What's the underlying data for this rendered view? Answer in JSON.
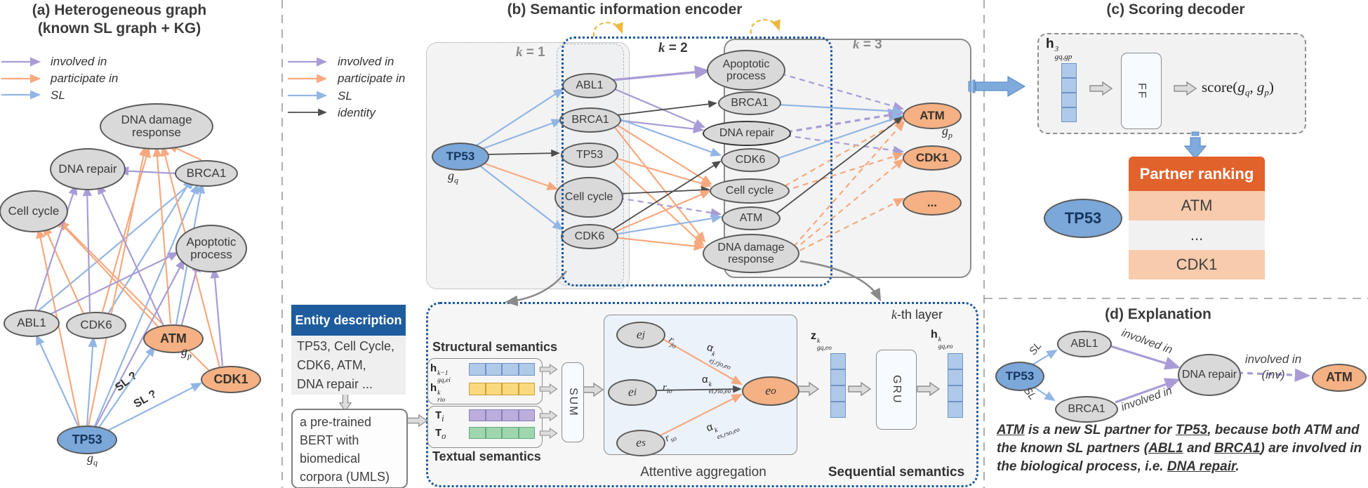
{
  "colors": {
    "edge_involved_in": "#A99CD6",
    "edge_participate_in": "#F6A97F",
    "edge_sl": "#92B6E4",
    "edge_identity": "#4D4D4D",
    "node_gray": "#D9D9D9",
    "node_blue": "#7BA7D9",
    "node_orange": "#F5B183",
    "entity_header_bg": "#1E5C9E",
    "ranking_header_bg": "#E2622C",
    "ranking_row_orange": "#F8CBAD",
    "k2_border_blue": "#1B579E",
    "yellow_loop": "#EFB73E"
  },
  "a": {
    "title1": "(a) Heterogeneous graph",
    "title2": "(known SL graph + KG)",
    "legend": [
      "involved in",
      "participate in",
      "SL"
    ],
    "n": {
      "ddr": "DNA damage response",
      "repair": "DNA repair",
      "brca1": "BRCA1",
      "cell": "Cell cycle",
      "apo": "Apoptotic process",
      "abl1": "ABL1",
      "cdk6": "CDK6",
      "atm": "ATM",
      "cdk1": "CDK1",
      "tp53": "TP53"
    },
    "gp": "g",
    "gp_s": "p",
    "gq": "g",
    "gq_s": "q",
    "sl1": "SL ?",
    "sl2": "SL ?",
    "edges": [
      [
        "TP53",
        "SL",
        "ABL1"
      ],
      [
        "TP53",
        "SL",
        "CDK6"
      ],
      [
        "TP53",
        "SL",
        "BRCA1"
      ],
      [
        "TP53",
        "SL?",
        "ATM"
      ],
      [
        "TP53",
        "SL?",
        "CDK1"
      ],
      [
        "TP53",
        "participate in",
        "DNA damage response"
      ],
      [
        "TP53",
        "participate in",
        "Cell cycle"
      ],
      [
        "BRCA1",
        "participate in",
        "DNA damage response"
      ],
      [
        "ATM",
        "participate in",
        "DNA damage response"
      ],
      [
        "CDK1",
        "participate in",
        "DNA damage response"
      ],
      [
        "CDK6",
        "participate in",
        "Cell cycle"
      ],
      [
        "ATM",
        "participate in",
        "Cell cycle"
      ],
      [
        "CDK1",
        "participate in",
        "Cell cycle"
      ],
      [
        "ABL1",
        "involved in",
        "DNA repair"
      ],
      [
        "BRCA1",
        "involved in",
        "DNA repair"
      ],
      [
        "ATM",
        "involved in",
        "DNA repair"
      ],
      [
        "CDK6",
        "involved in",
        "DNA repair"
      ],
      [
        "ABL1",
        "involved in",
        "Apoptotic process"
      ],
      [
        "CDK1",
        "involved in",
        "Apoptotic process"
      ],
      [
        "ATM",
        "involved in",
        "Apoptotic process"
      ],
      [
        "TP53",
        "involved in",
        "Apoptotic process"
      ]
    ]
  },
  "b": {
    "title": "(b) Semantic information encoder",
    "legend": [
      "involved in",
      "participate in",
      "SL",
      "identity"
    ],
    "k1k": "k",
    "k1v": " = 1",
    "k2k": "k",
    "k2v": " = 2",
    "k3k": "k",
    "k3v": " = 3",
    "n": {
      "tp53": "TP53",
      "abl1": "ABL1",
      "brca1": "BRCA1",
      "tp53m": "TP53",
      "cell": "Cell cycle",
      "cdk6": "CDK6",
      "apo": "Apoptotic process",
      "brca1r": "BRCA1",
      "repair": "DNA repair",
      "cdk6r": "CDK6",
      "cellr": "Cell cycle",
      "atmr": "ATM",
      "ddr": "DNA damage response",
      "atm": "ATM",
      "cdk1": "CDK1",
      "dots": "..."
    },
    "gq": "g",
    "gq_s": "q",
    "gp": "g",
    "gp_s": "p",
    "entity_header": "Entity description",
    "entity_lines": [
      "TP53,  Cell Cycle,",
      "CDK6, ATM,",
      "DNA repair ..."
    ],
    "bert": "a pre-trained BERT with biomedical corpora (UMLS)",
    "kthk": "k",
    "kthv": "-th layer",
    "structural": "Structural semantics",
    "textual": "Textual semantics",
    "attentive": "Attentive  aggregation",
    "sequential": "Sequential semantics",
    "sum": "SUM",
    "gru": "GRU",
    "m": {
      "h_prev": {
        "b": "h",
        "sup": "k−1",
        "sub": "gq,ei"
      },
      "h_rel": {
        "b": "h",
        "sup": "k",
        "sub": "rio"
      },
      "ti": {
        "b": "T",
        "sub": "i"
      },
      "to": {
        "b": "T",
        "sub": "o"
      },
      "z": {
        "b": "z",
        "sup": "k",
        "sub": "gq,eo"
      },
      "h_out": {
        "b": "h",
        "sup": "k",
        "sub": "gq,eo"
      },
      "ej": {
        "b": "e",
        "sub": "j"
      },
      "ei": {
        "b": "e",
        "sub": "i"
      },
      "es": {
        "b": "e",
        "sub": "s"
      },
      "eo": {
        "b": "e",
        "sub": "o"
      },
      "rjo": {
        "b": "r",
        "sub": "jo"
      },
      "rio": {
        "b": "r",
        "sub": "io"
      },
      "rso": {
        "b": "r",
        "sub": "so"
      },
      "aj": {
        "b": "α",
        "sup": "k",
        "sub": "ej,rjo,eo"
      },
      "ai": {
        "b": "α",
        "sup": "k",
        "sub": "ei,rio,eo"
      },
      "as": {
        "b": "α",
        "sup": "k",
        "sub": "es,rso,eo"
      }
    }
  },
  "c": {
    "title": "(c) Scoring decoder",
    "h3": {
      "b": "h",
      "sup": "3",
      "sub": "gq,gp"
    },
    "ff": "FF",
    "score": {
      "pre": "score(",
      "g1": "g",
      "s1": "q",
      "mid": ", ",
      "g2": "g",
      "s2": "p",
      "post": ")"
    },
    "ranking_header": "Partner ranking",
    "rows": [
      "ATM",
      "...",
      "CDK1"
    ],
    "tp53": "TP53"
  },
  "d": {
    "title": "(d) Explanation",
    "n": {
      "tp53": "TP53",
      "abl1": "ABL1",
      "brca1": "BRCA1",
      "repair": "DNA repair",
      "atm": "ATM"
    },
    "sl1": "SL",
    "sl2": "SL",
    "inv1": "involved in",
    "inv2": "involved in",
    "inv3": "involved in",
    "inv3b": "(inv)",
    "note": {
      "p1": "ATM",
      "p2": " is a new SL partner for ",
      "p3": "TP53",
      "p4": ", because both ATM and",
      "p5": "the known SL partners (",
      "p6": "ABL1",
      "p7": " and ",
      "p8": "BRCA1",
      "p9": ") are involved in",
      "p10": "the biological process, i.e. ",
      "p11": "DNA repair",
      "p12": "."
    }
  }
}
